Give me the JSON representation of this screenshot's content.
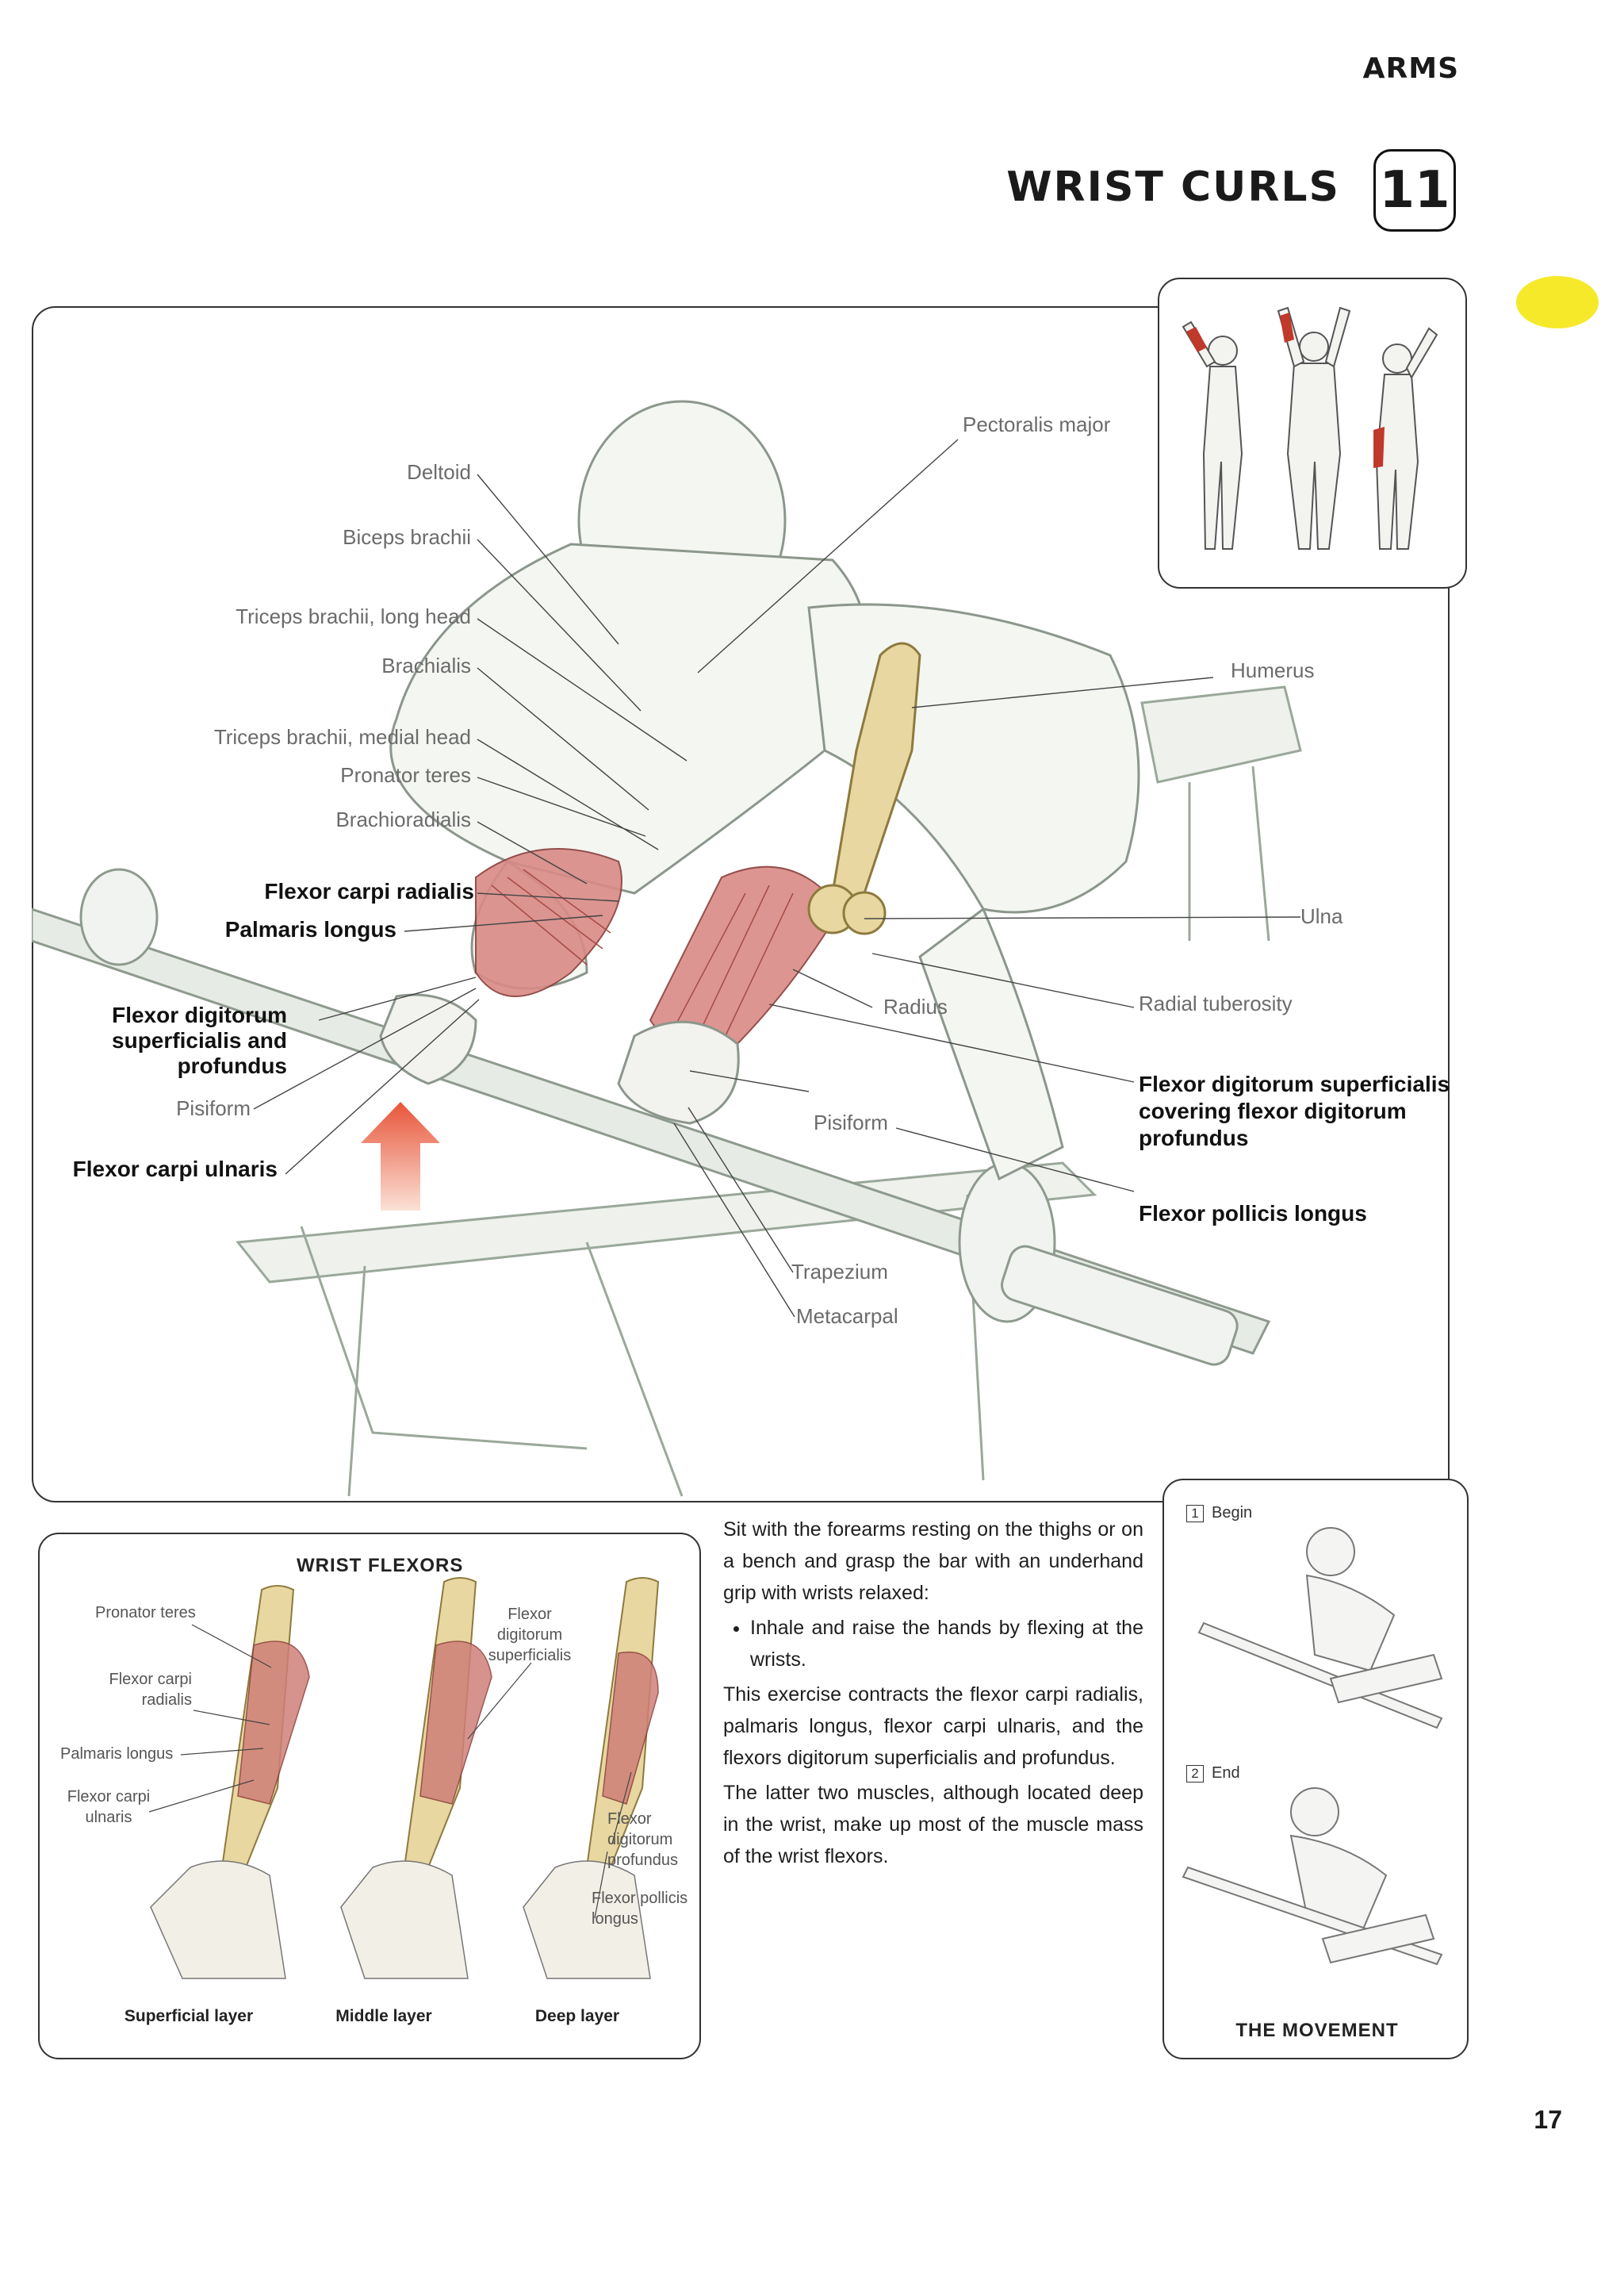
{
  "header": {
    "section": "ARMS",
    "title": "WRIST CURLS",
    "number": "11"
  },
  "colors": {
    "tab_marker": "#f5e92a",
    "muscle_red": "#c0392b",
    "bone": "#e8d7a0"
  },
  "main_figure": {
    "labels_left": {
      "deltoid": "Deltoid",
      "biceps": "Biceps brachii",
      "triceps_long": "Triceps brachii, long head",
      "brachialis": "Brachialis",
      "triceps_medial": "Triceps brachii, medial head",
      "pronator_teres": "Pronator teres",
      "brachioradialis": "Brachioradialis",
      "flexor_carpi_radialis": "Flexor carpi radialis",
      "palmaris_longus": "Palmaris longus",
      "fds_fdp_1": "Flexor digitorum",
      "fds_fdp_2": "superficialis and",
      "fds_fdp_3": "profundus",
      "pisiform": "Pisiform",
      "flexor_carpi_ulnaris": "Flexor carpi ulnaris"
    },
    "labels_right": {
      "pectoralis": "Pectoralis major",
      "humerus": "Humerus",
      "ulna": "Ulna",
      "radius": "Radius",
      "radial_tuberosity": "Radial tuberosity",
      "fds_cover_1": "Flexor digitorum superficialis",
      "fds_cover_2": "covering flexor digitorum",
      "fds_cover_3": "profundus",
      "pisiform": "Pisiform",
      "flexor_pollicis": "Flexor pollicis longus",
      "trapezium": "Trapezium",
      "metacarpal": "Metacarpal"
    }
  },
  "wrist_flexors": {
    "title": "WRIST FLEXORS",
    "labels": {
      "pronator_teres": "Pronator teres",
      "fcr_1": "Flexor carpi",
      "fcr_2": "radialis",
      "palmaris": "Palmaris longus",
      "fcu_1": "Flexor carpi",
      "fcu_2": "ulnaris",
      "fds_1": "Flexor",
      "fds_2": "digitorum",
      "fds_3": "superficialis",
      "fdp_1": "Flexor",
      "fdp_2": "digitorum",
      "fdp_3": "profundus",
      "fpl_1": "Flexor pollicis",
      "fpl_2": "longus"
    },
    "layers": [
      "Superficial layer",
      "Middle layer",
      "Deep layer"
    ]
  },
  "description": {
    "intro": "Sit with the forearms resting on the thighs or on a bench and grasp the bar with an underhand grip with wrists relaxed:",
    "bullet": "Inhale and raise the hands by flexing at the wrists.",
    "para2": "This exercise contracts the flexor carpi radialis, palmaris longus, flexor carpi ulnaris, and the flexors digitorum superficialis and profundus.",
    "para3": "The latter two muscles, although located deep in the wrist, make up most of the muscle mass of the wrist flexors."
  },
  "movement": {
    "title": "THE MOVEMENT",
    "steps": [
      {
        "num": "1",
        "label": "Begin"
      },
      {
        "num": "2",
        "label": "End"
      }
    ]
  },
  "page_number": "17"
}
